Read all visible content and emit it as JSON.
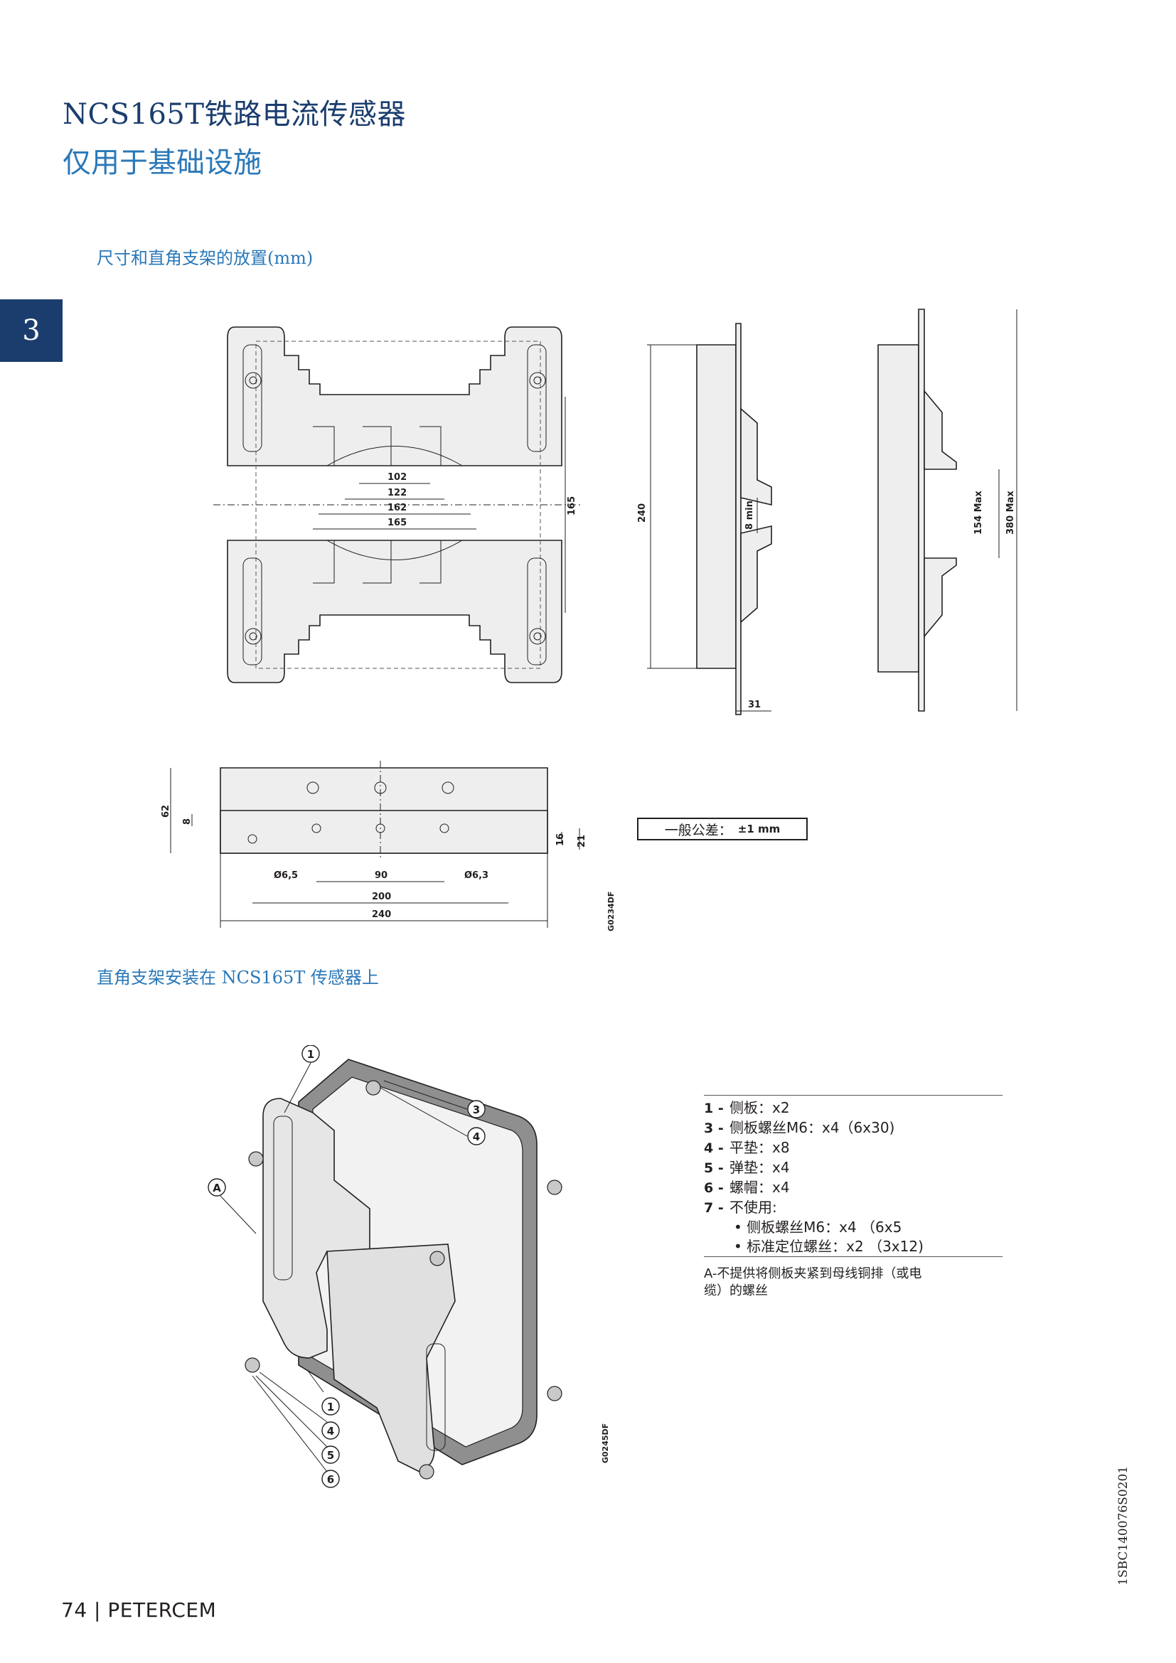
{
  "header": {
    "title": "NCS165T铁路电流传感器",
    "subtitle": "仅用于基础设施"
  },
  "chapter_tab": "3",
  "section1": {
    "caption": "尺寸和直角支架的放置(mm)",
    "top_view_dims": [
      "102",
      "122",
      "162",
      "165",
      "165"
    ],
    "side_view_dims": {
      "height": "240",
      "width": "31",
      "gap_min": "8 min",
      "gap_max": "154 Max",
      "total_max": "380 Max"
    },
    "bottom_view_dims": [
      "62",
      "8",
      "16",
      "21",
      "Ø6,5",
      "90",
      "Ø6,3",
      "200",
      "240"
    ],
    "drawing_code": "G0234DF",
    "tolerance": {
      "label": "一般公差：",
      "value": "±1 mm"
    }
  },
  "section2": {
    "caption": "直角支架安装在 NCS165T 传感器上",
    "callouts": [
      "1",
      "3",
      "4",
      "A",
      "1",
      "4",
      "5",
      "6"
    ],
    "drawing_code": "G0245DF",
    "legend": [
      {
        "num": "1 -",
        "text": "侧板：x2"
      },
      {
        "num": "3 -",
        "text": "侧板螺丝M6：x4（6x30)"
      },
      {
        "num": "4 -",
        "text": "平垫：x8"
      },
      {
        "num": "5 -",
        "text": "弹垫：x4"
      },
      {
        "num": "6 -",
        "text": "螺帽：x4"
      },
      {
        "num": "7 -",
        "text": "不使用:"
      }
    ],
    "legend_sub": [
      "• 侧板螺丝M6：x4 （6x5",
      "• 标准定位螺丝：x2 （3x12)"
    ],
    "note": "A-不提供将侧板夹紧到母线铜排（或电缆）的螺丝"
  },
  "footer": {
    "page_number": "74",
    "separator": "|",
    "brand": "PETERCEM"
  },
  "doc_id": "1SBC140076S0201",
  "colors": {
    "title": "#1b3d6e",
    "subtitle": "#2a78b8",
    "tab": "#1b3d6e"
  }
}
